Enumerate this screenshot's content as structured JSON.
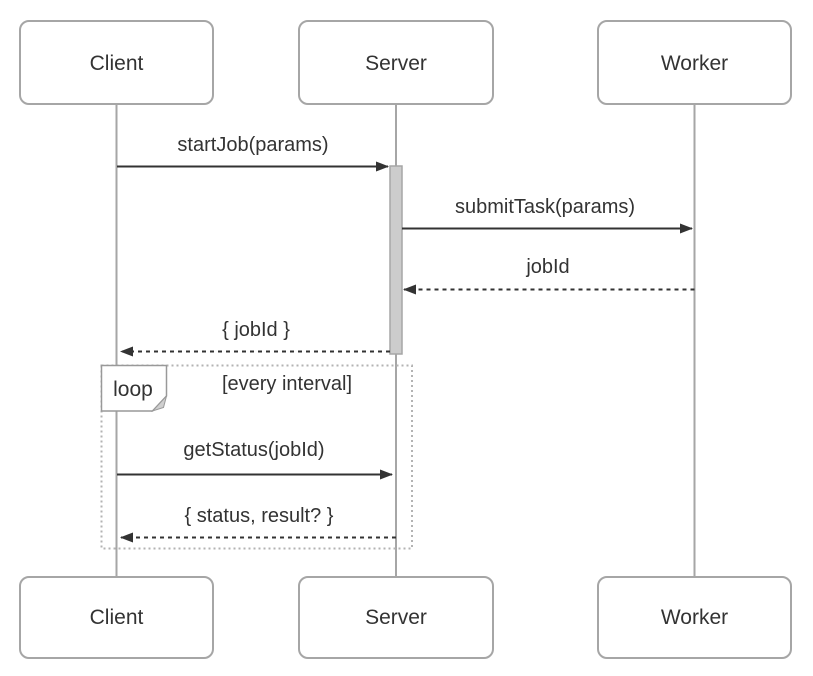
{
  "diagram": {
    "type": "uml-sequence-diagram",
    "participants": [
      {
        "id": "client",
        "label": "Client"
      },
      {
        "id": "server",
        "label": "Server"
      },
      {
        "id": "worker",
        "label": "Worker"
      }
    ],
    "messages": [
      {
        "label": "startJob(params)",
        "from": "Client",
        "to": "Server",
        "line": "solid"
      },
      {
        "label": "submitTask(params)",
        "from": "Server",
        "to": "Worker",
        "line": "solid"
      },
      {
        "label": "jobId",
        "from": "Worker",
        "to": "Server",
        "line": "dashed"
      },
      {
        "label": "{ jobId }",
        "from": "Server",
        "to": "Client",
        "line": "dashed"
      },
      {
        "label": "getStatus(jobId)",
        "from": "Client",
        "to": "Server",
        "line": "solid"
      },
      {
        "label": "{ status, result? }",
        "from": "Server",
        "to": "Client",
        "line": "dashed"
      }
    ],
    "fragment": {
      "operator": "loop",
      "guard": "[every interval]"
    },
    "colors": {
      "background": "#ffffff",
      "box_border": "#a6a6a6",
      "box_fill": "#ffffff",
      "lifeline": "#a6a6a6",
      "arrow": "#333333",
      "text": "#333333",
      "activation_fill": "#cccccc",
      "activation_border": "#a6a6a6",
      "loop_border": "#b3b3b3"
    }
  }
}
